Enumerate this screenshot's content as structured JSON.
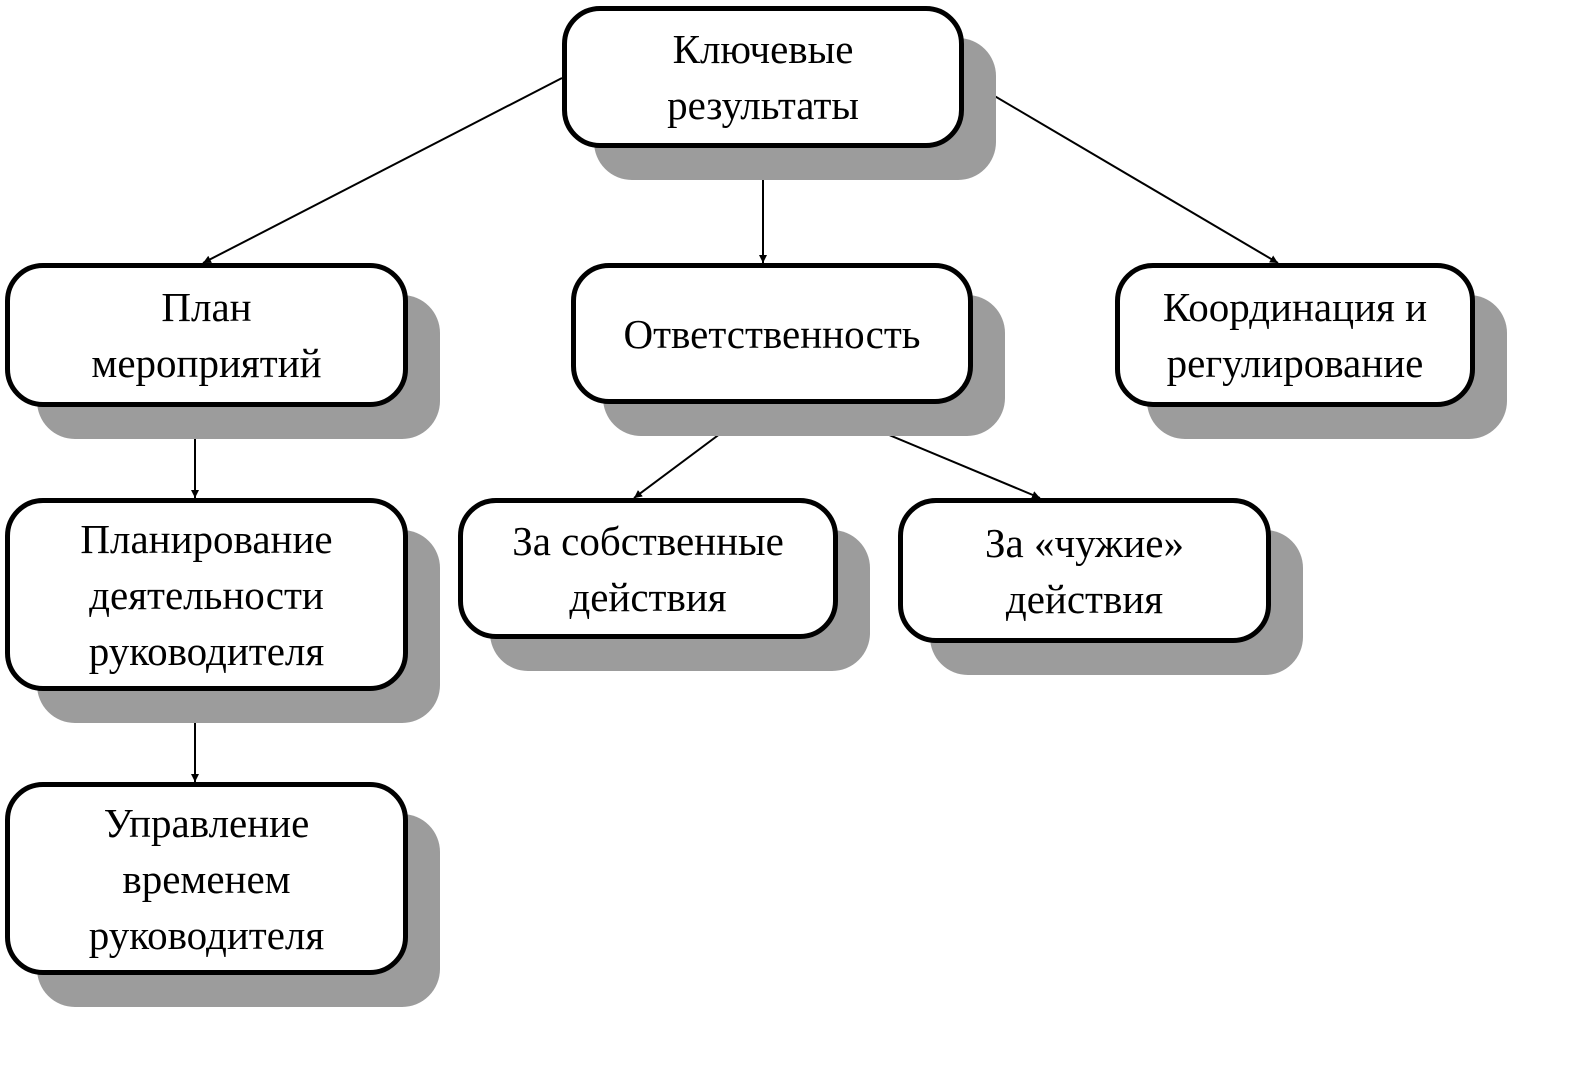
{
  "diagram": {
    "nodes": [
      {
        "id": "key",
        "label": "Ключевые\nрезультаты"
      },
      {
        "id": "plan",
        "label": "План\nмероприятий"
      },
      {
        "id": "resp",
        "label": "Ответственность"
      },
      {
        "id": "coord",
        "label": "Координация и\nрегулирование"
      },
      {
        "id": "pland",
        "label": "Планирование\nдеятельности\nруководителя"
      },
      {
        "id": "own",
        "label": "За собственные\nдействия"
      },
      {
        "id": "other",
        "label": "За «чужие»\nдействия"
      },
      {
        "id": "time",
        "label": "Управление\nвременем\nруководителя"
      }
    ],
    "edges": [
      {
        "from": "key",
        "to": "plan"
      },
      {
        "from": "key",
        "to": "resp"
      },
      {
        "from": "key",
        "to": "coord"
      },
      {
        "from": "plan",
        "to": "pland"
      },
      {
        "from": "pland",
        "to": "time"
      },
      {
        "from": "resp",
        "to": "own"
      },
      {
        "from": "resp",
        "to": "other"
      }
    ],
    "colors": {
      "border": "#000000",
      "shadow": "#9c9c9c",
      "fill": "#ffffff"
    }
  }
}
